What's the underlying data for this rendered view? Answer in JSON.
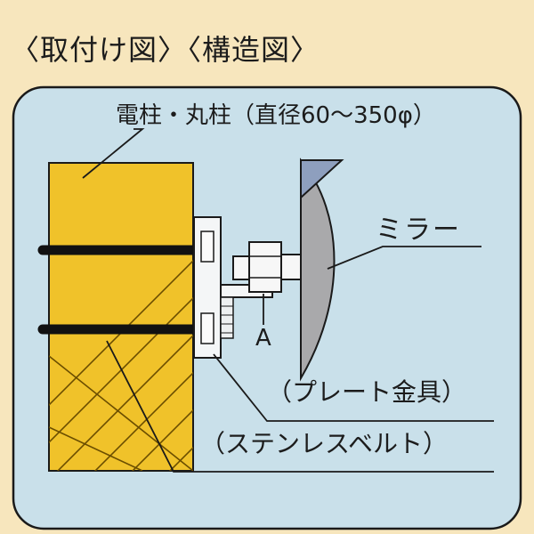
{
  "heading": "〈取付け図〉〈構造図〉",
  "labels": {
    "pole": "電柱・丸柱（直径60～350φ）",
    "mirror": "ミラー",
    "part_a": "A",
    "plate": "（プレート金具）",
    "belt": "（ステンレスベルト）"
  },
  "colors": {
    "page_background": "#f7e6bd",
    "panel_fill": "#c9e0ea",
    "pole_fill": "#f0c22a",
    "line": "#1a1a1a",
    "mirror_face": "#a9a9ab",
    "mirror_triangle": "#8e9fbe"
  }
}
